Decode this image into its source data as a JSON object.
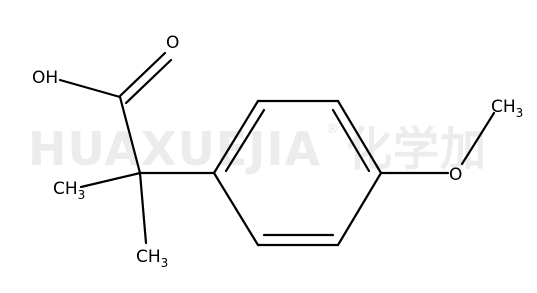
{
  "watermark": {
    "text": "HUAXUEJIA",
    "registered": "®",
    "cjk": "化学加"
  },
  "atoms": {
    "oxygen_carbonyl": {
      "symbol": "O"
    },
    "hydroxyl": {
      "symbol": "OH"
    },
    "methyl_1": {
      "base": "CH",
      "sub": "3"
    },
    "methyl_2": {
      "base": "CH",
      "sub": "3"
    },
    "methoxy_oxygen": {
      "symbol": "O"
    },
    "methoxy_methyl": {
      "base": "CH",
      "sub": "3"
    }
  },
  "colors": {
    "bond": "#000000",
    "label": "#000000",
    "watermark": "#ececec",
    "background": "#ffffff"
  }
}
